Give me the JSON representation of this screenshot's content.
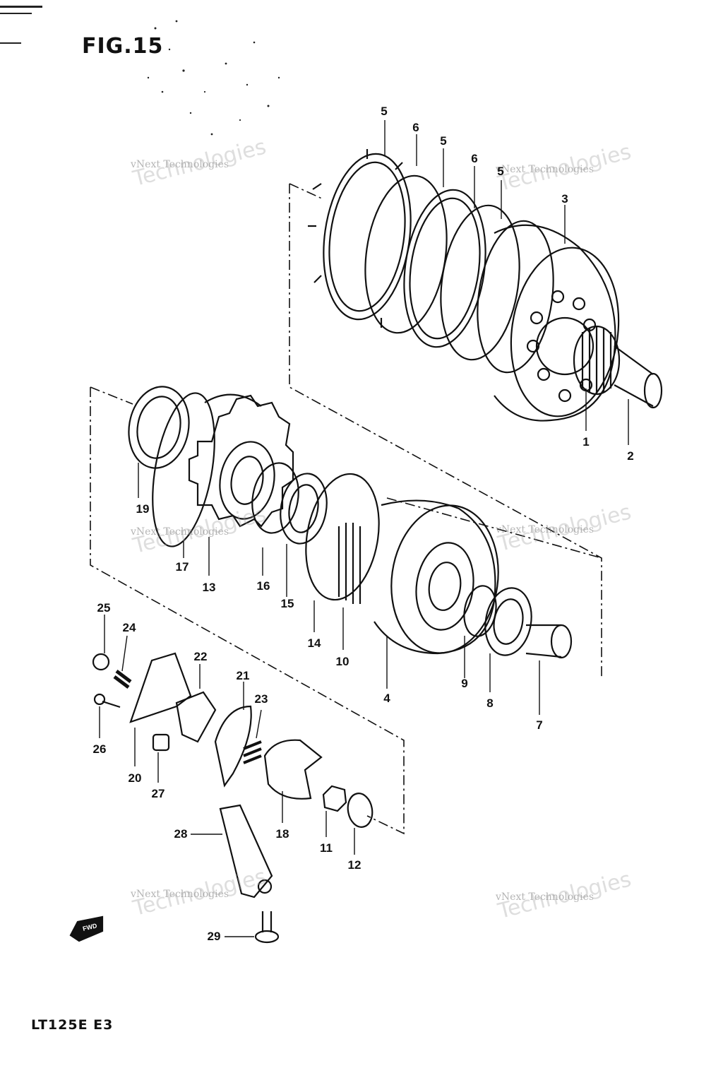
{
  "figure": {
    "title": "FIG.15",
    "model_code": "LT125E E3"
  },
  "watermark": {
    "line1": "vNext Technologies",
    "line2": "Technologies"
  },
  "forward_arrow": {
    "label": "FWD"
  },
  "callouts": [
    "1",
    "2",
    "3",
    "4",
    "5",
    "5",
    "5",
    "6",
    "6",
    "7",
    "8",
    "9",
    "10",
    "11",
    "12",
    "13",
    "14",
    "15",
    "16",
    "17",
    "18",
    "19",
    "20",
    "21",
    "22",
    "23",
    "24",
    "25",
    "26",
    "27",
    "28",
    "29"
  ]
}
